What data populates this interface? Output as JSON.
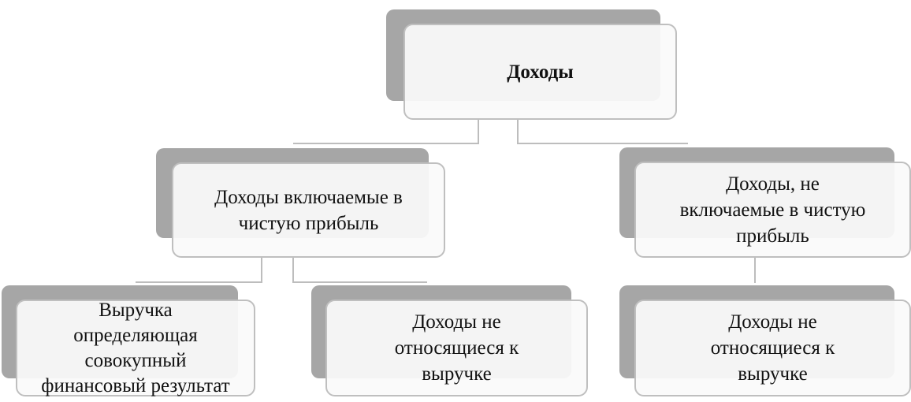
{
  "root": {
    "label": "Доходы"
  },
  "level1": [
    {
      "label": "Доходы включаемые в\nчистую прибыль"
    },
    {
      "label": "Доходы, не\nвключаемые в чистую\nприбыль"
    }
  ],
  "level2": [
    {
      "label": "Выручка\nопределяющая\nсовокупный\nфинансовый результат"
    },
    {
      "label": "Доходы не\nотносящиеся  к\nвыручке"
    },
    {
      "label": "Доходы не\nотносящиеся  к\nвыручке"
    }
  ]
}
